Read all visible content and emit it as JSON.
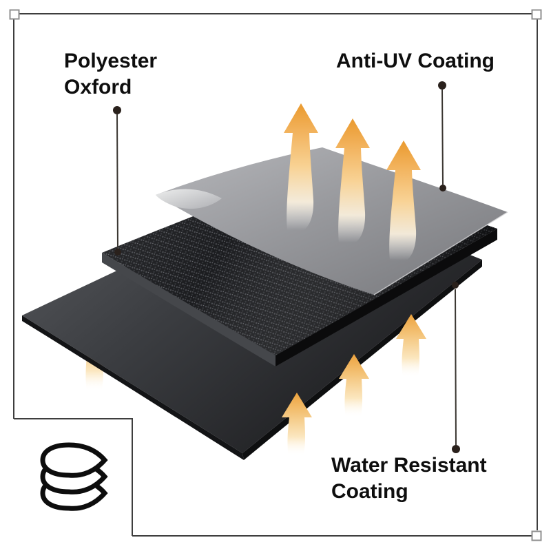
{
  "figure": {
    "labels": {
      "polyester_oxford": {
        "line1": "Polyester",
        "line2": "Oxford"
      },
      "anti_uv": {
        "line1": "Anti-UV Coating"
      },
      "water_resistant": {
        "line1": "Water Resistant",
        "line2": "Coating"
      }
    },
    "layers": [
      {
        "name": "Anti-UV Coating",
        "appearance": "smooth gray film with rising UV arrows",
        "color": "#97989c"
      },
      {
        "name": "Polyester Oxford",
        "appearance": "black woven fabric sheet",
        "color": "#17181b"
      },
      {
        "name": "Water Resistant Coating",
        "appearance": "smooth dark sheet with rising vapor arrows",
        "color": "#3a3c40"
      }
    ],
    "icon": {
      "name": "layers-icon",
      "sheets": 3
    },
    "colors": {
      "arrow_accent": "#f0a843",
      "text": "#0e0e0e",
      "frame_line": "#3e3e3e",
      "corner_square_border": "#8f8f8f",
      "connector_dot": "#2a211c"
    }
  }
}
